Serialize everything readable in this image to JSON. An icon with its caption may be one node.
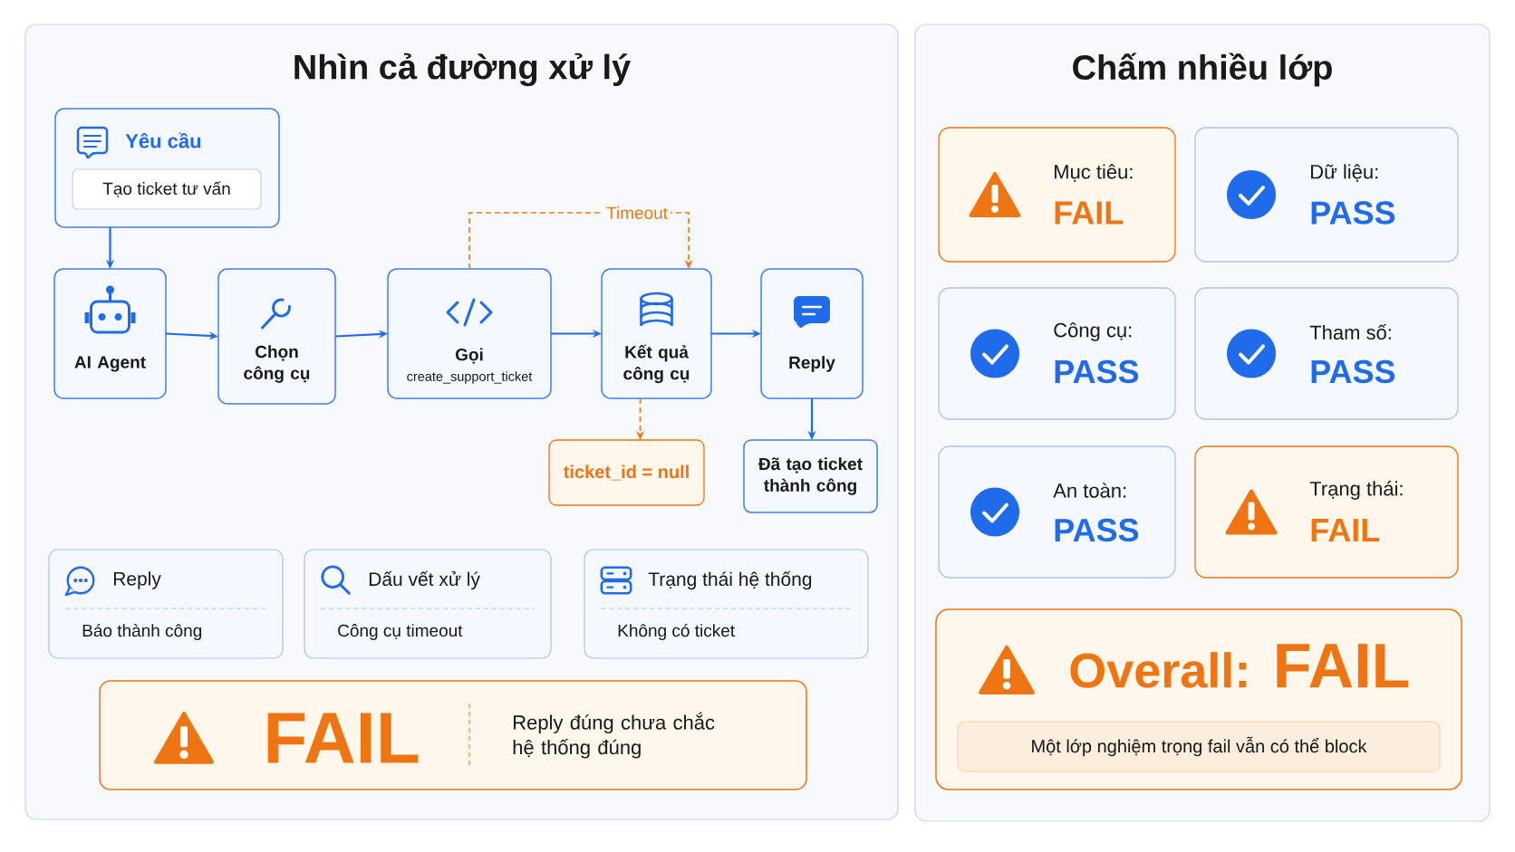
{
  "diagram": {
    "nodes": [
      {
        "text": [
          "Nhìn cả đường xử lý"
        ]
      },
      {
        "text": [
          "Chấm nhiều lớp"
        ]
      },
      {
        "text": [
          "Yêu cầu"
        ],
        "in": 0
      },
      {
        "text": [
          "Tạo ticket tư vấn"
        ],
        "in": 2
      },
      {
        "text": [
          "AI Agent"
        ],
        "in": 0
      },
      {
        "text": [
          "Chọn công cụ"
        ],
        "in": 0
      },
      {
        "text": [
          "Gọi",
          "create_support_ticket"
        ],
        "in": 0
      },
      {
        "text": [
          "Kết quả công cụ"
        ],
        "in": 0
      },
      {
        "text": [
          "Reply"
        ],
        "in": 0
      },
      {
        "text": [
          "ticket_id = null"
        ],
        "in": 0
      },
      {
        "text": [
          "Đã tạo ticket thành công"
        ],
        "in": 0
      },
      {
        "text": [
          "Reply",
          "Báo thành công"
        ],
        "in": 0
      },
      {
        "text": [
          "Dấu vết xử lý",
          "Công cụ timeout"
        ],
        "in": 0
      },
      {
        "text": [
          "Trạng thái hệ thống",
          "Không có ticket"
        ],
        "in": 0
      },
      {
        "text": [
          "FAIL",
          "Reply đúng chưa chắc hệ thống đúng"
        ],
        "in": 0
      },
      {
        "text": [
          "Mục tiêu:",
          "FAIL"
        ],
        "in": 1
      },
      {
        "text": [
          "Dữ liệu:",
          "PASS"
        ],
        "in": 1
      },
      {
        "text": [
          "Công cụ:",
          "PASS"
        ],
        "in": 1
      },
      {
        "text": [
          "Tham số:",
          "PASS"
        ],
        "in": 1
      },
      {
        "text": [
          "An toàn:",
          "PASS"
        ],
        "in": 1
      },
      {
        "text": [
          "Trạng thái:",
          "FAIL"
        ],
        "in": 1
      },
      {
        "text": [
          "Overall:",
          "FAIL"
        ],
        "in": 1
      },
      {
        "text": [
          "Một lớp nghiệm trọng fail vẫn có thể block"
        ],
        "in": 21
      }
    ],
    "edges": [
      {
        "from": 2,
        "to": 4,
        "arrow": "to"
      },
      {
        "from": 4,
        "to": 5,
        "arrow": "to"
      },
      {
        "from": 5,
        "to": 6,
        "arrow": "to"
      },
      {
        "from": 6,
        "to": 7,
        "arrow": "to"
      },
      {
        "from": 7,
        "to": 8,
        "arrow": "to"
      },
      {
        "from": 6,
        "to": 7,
        "arrow": "to",
        "label": "Timeout",
        "style": "dashed",
        "color": "#f07a12"
      },
      {
        "from": 7,
        "to": 9,
        "arrow": "to",
        "style": "dashed",
        "color": "#f07a12"
      },
      {
        "from": 8,
        "to": 10,
        "arrow": "to"
      }
    ]
  }
}
